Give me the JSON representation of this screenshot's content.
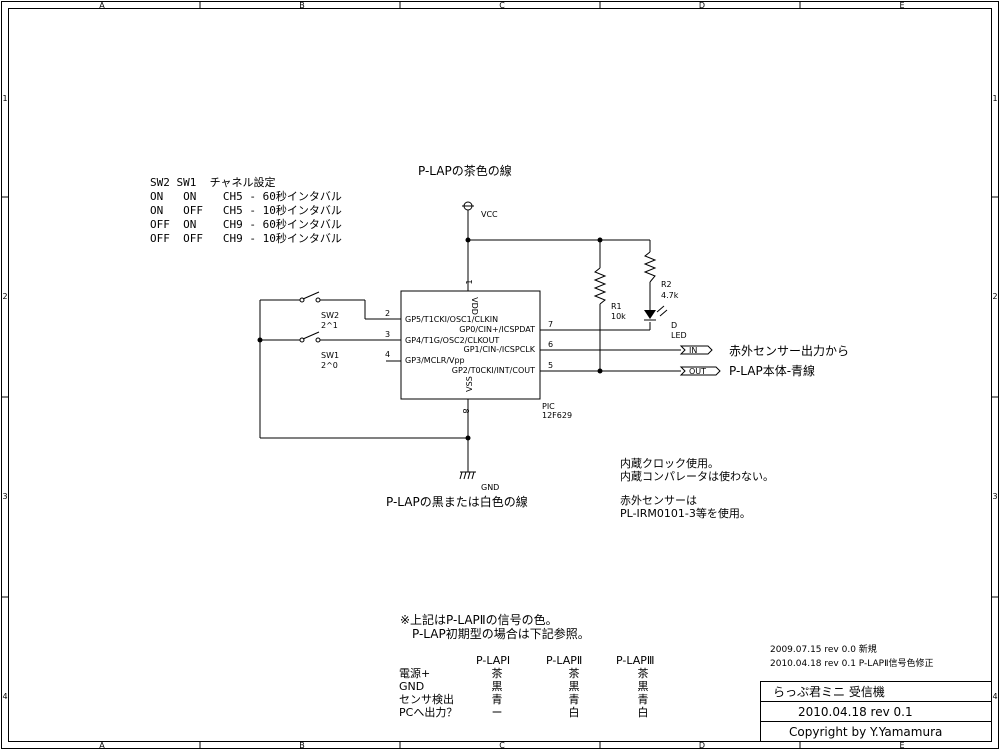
{
  "frame": {
    "columns": [
      "A",
      "B",
      "C",
      "D",
      "E"
    ],
    "rows": [
      "1",
      "2",
      "3",
      "4"
    ]
  },
  "switch_table": {
    "header": "SW2 SW1  チャネル設定",
    "rows": [
      "ON   ON    CH5 - 60秒インタバル",
      "ON   OFF   CH5 - 10秒インタバル",
      "OFF  ON    CH9 - 60秒インタバル",
      "OFF  OFF   CH9 - 10秒インタバル"
    ]
  },
  "net_labels": {
    "top": "P-LAPの茶色の線",
    "bottom": "P-LAPの黒または白色の線",
    "vcc": "VCC",
    "gnd": "GND",
    "in_port": "IN",
    "out_port": "OUT",
    "in_desc": "赤外センサー出力から",
    "out_desc": "P-LAP本体-青線"
  },
  "ic": {
    "name": "PIC",
    "part": "12F629",
    "vdd": "VDD",
    "vss": "VSS",
    "left_pins": [
      {
        "num": "2",
        "label": "GP5/T1CKI/OSC1/CLKIN"
      },
      {
        "num": "3",
        "label": "GP4/T1G/OSC2/CLKOUT"
      },
      {
        "num": "4",
        "label": "GP3/MCLR/Vpp"
      }
    ],
    "right_pins": [
      {
        "num": "7",
        "label": "GP0/CIN+/ICSPDAT"
      },
      {
        "num": "6",
        "label": "GP1/CIN-/ICSPCLK"
      },
      {
        "num": "5",
        "label": "GP2/T0CKI/INT/COUT"
      }
    ],
    "pin1": "1",
    "pin8": "8"
  },
  "components": {
    "sw2_name": "SW2",
    "sw2_val": "2^1",
    "sw1_name": "SW1",
    "sw1_val": "2^0",
    "r1_name": "R1",
    "r1_val": "10k",
    "r2_name": "R2",
    "r2_val": "4.7k",
    "led_name": "D",
    "led_val": "LED"
  },
  "notes": {
    "line1": "内蔵クロック使用。",
    "line2": "内蔵コンパレータは使わない。",
    "line3": "赤外センサーは",
    "line4": "PL-IRM0101-3等を使用。"
  },
  "color_note": {
    "line1": "※上記はP-LAPⅡの信号の色。",
    "line2": "P-LAP初期型の場合は下記参照。"
  },
  "color_table": {
    "headers": [
      "P-LAPⅠ",
      "P-LAPⅡ",
      "P-LAPⅢ"
    ],
    "rows": [
      {
        "label": "電源+",
        "values": [
          "茶",
          "茶",
          "茶"
        ]
      },
      {
        "label": "GND",
        "values": [
          "黒",
          "黒",
          "黒"
        ]
      },
      {
        "label": "センサ検出",
        "values": [
          "青",
          "青",
          "青"
        ]
      },
      {
        "label": "PCへ出力？",
        "values": [
          "ー",
          "白",
          "白"
        ]
      }
    ]
  },
  "revisions": [
    "2009.07.15  rev 0.0 新規",
    "2010.04.18  rev 0.1 P-LAPⅡ信号色修正"
  ],
  "title_block": {
    "title": "らっぷ君ミニ 受信機",
    "date_rev": "2010.04.18  rev 0.1",
    "copyright": "Copyright by Y.Yamamura"
  }
}
